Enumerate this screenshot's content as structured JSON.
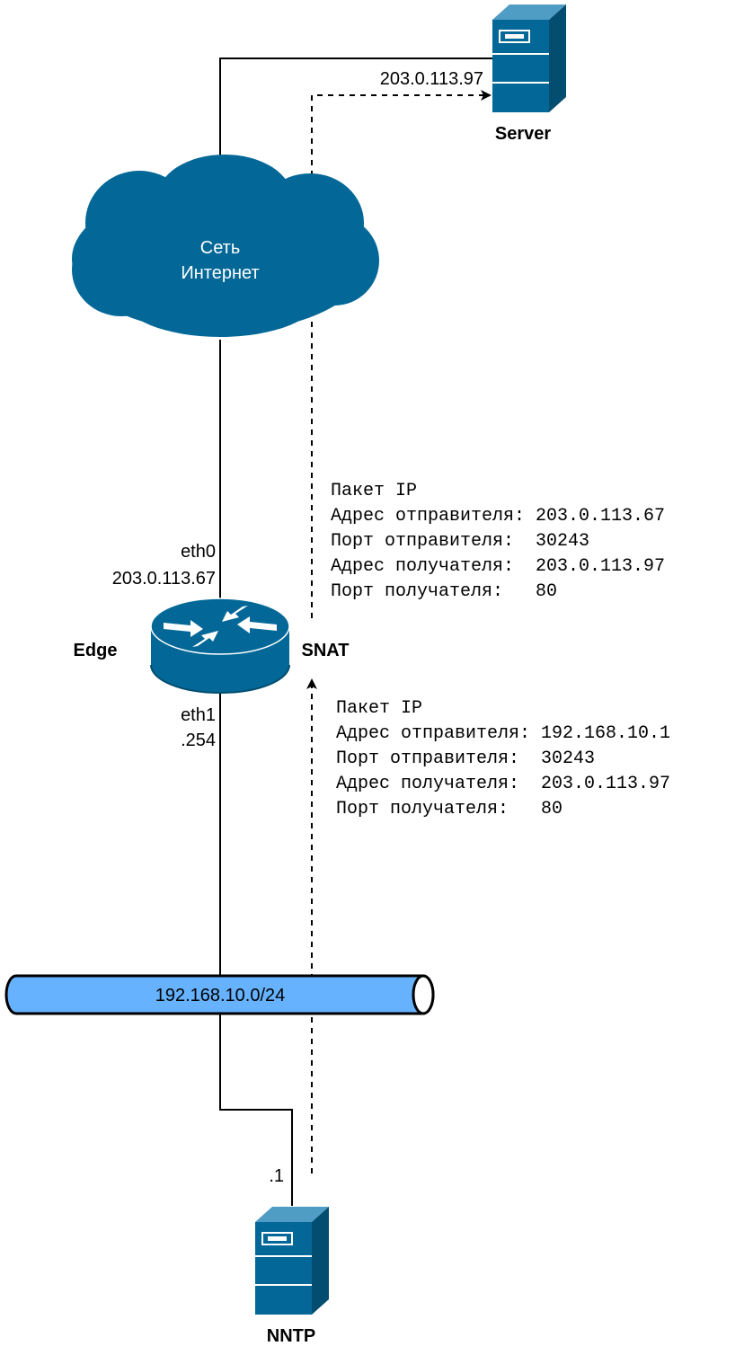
{
  "colors": {
    "device": "#036897",
    "device_dark": "#024d70",
    "bus_fill": "#66b2ff",
    "line": "#000000"
  },
  "server": {
    "icon": "server-icon",
    "label": "Server",
    "ip": "203.0.113.97"
  },
  "internet": {
    "icon": "cloud-icon",
    "line1": "Сеть",
    "line2": "Интернет"
  },
  "edge": {
    "icon": "router-icon",
    "label": "Edge",
    "nat_label": "SNAT",
    "eth0_name": "eth0",
    "eth0_ip": "203.0.113.67",
    "eth1_name": "eth1",
    "eth1_ip": ".254"
  },
  "packet_after_nat": {
    "title": "Пакет IP",
    "src_addr": "Адрес отправителя: 203.0.113.67",
    "src_port": "Порт отправителя:  30243",
    "dst_addr": "Адрес получателя:  203.0.113.97",
    "dst_port": "Порт получателя:   80"
  },
  "packet_before_nat": {
    "title": "Пакет IP",
    "src_addr": "Адрес отправителя: 192.168.10.1",
    "src_port": "Порт отправителя:  30243",
    "dst_addr": "Адрес получателя:  203.0.113.97",
    "dst_port": "Порт получателя:   80"
  },
  "lan": {
    "subnet": "192.168.10.0/24"
  },
  "nntp": {
    "icon": "server-icon",
    "label": "NNTP",
    "ip": ".1"
  }
}
